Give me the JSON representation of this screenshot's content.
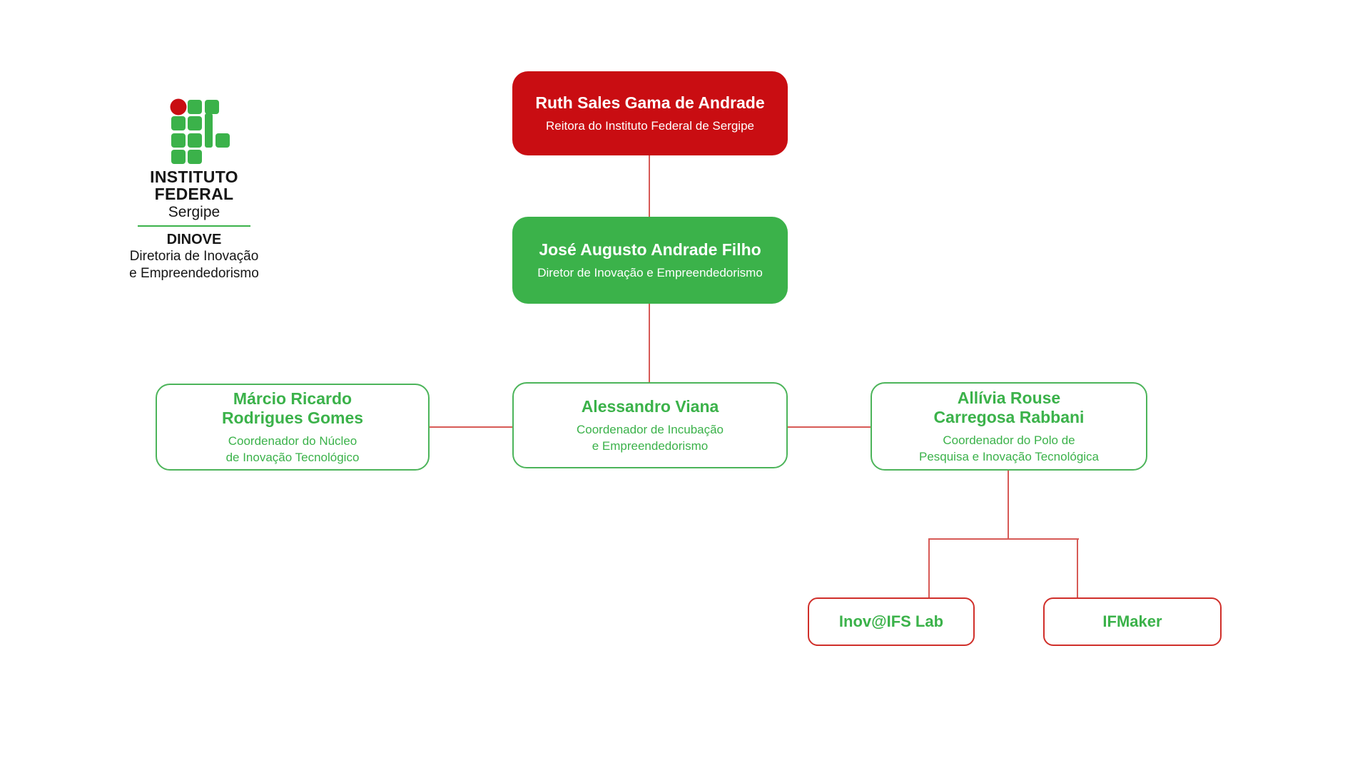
{
  "logo": {
    "org_name_line1": "INSTITUTO",
    "org_name_line2": "FEDERAL",
    "region": "Sergipe",
    "unit_acronym": "DINOVE",
    "unit_name_line1": "Diretoria de Inovação",
    "unit_name_line2": "e Empreendedorismo"
  },
  "colors": {
    "brand_red": "#C90D12",
    "brand_green": "#3BB24A",
    "outline_green": "#4CB45A",
    "outline_red": "#D02F2A",
    "connector_red": "#D75A56"
  },
  "org_chart": {
    "type": "org-tree",
    "nodes": {
      "reitora": {
        "name": "Ruth Sales Gama de Andrade",
        "role": "Reitora do Instituto Federal de Sergipe",
        "reports_to": null
      },
      "diretor": {
        "name": "José Augusto Andrade Filho",
        "role": "Diretor de Inovação e Empreendedorismo",
        "reports_to": "reitora"
      },
      "nucleo": {
        "name_line1": "Márcio Ricardo",
        "name_line2": "Rodrigues Gomes",
        "role_line1": "Coordenador do Núcleo",
        "role_line2": "de Inovação Tecnológico",
        "reports_to": "diretor"
      },
      "incubacao": {
        "name": "Alessandro Viana",
        "role_line1": "Coordenador de Incubação",
        "role_line2": "e Empreendedorismo",
        "reports_to": "diretor"
      },
      "polo": {
        "name_line1": "Allívia Rouse",
        "name_line2": "Carregosa Rabbani",
        "role_line1": "Coordenador do Polo de",
        "role_line2": "Pesquisa e Inovação Tecnológica",
        "reports_to": "diretor"
      },
      "inov_ifs_lab": {
        "name": "Inov@IFS Lab",
        "reports_to": "polo"
      },
      "ifmaker": {
        "name": "IFMaker",
        "reports_to": "polo"
      }
    }
  }
}
